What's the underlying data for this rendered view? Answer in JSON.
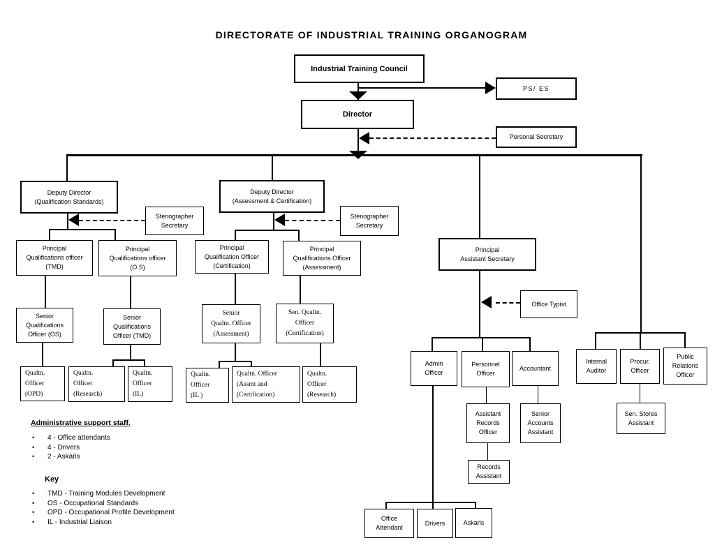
{
  "title": "DIRECTORATE OF INDUSTRIAL TRAINING ORGANOGRAM",
  "colors": {
    "line": "#000000",
    "text": "#000000",
    "background": "#ffffff"
  },
  "nodes": {
    "council": "Industrial Training Council",
    "ps_es": "PS/ ES",
    "director": "Director",
    "personal_secretary": "Personal Secretary",
    "dd_qs": "Deputy Director\n(Qualification Standards)",
    "steno1": "Stenographer\nSecretary",
    "dd_ac": "Deputy Director\n(Assessment & Certification)",
    "steno2": "Stenographer\nSecretary",
    "pqo_tmd": "Principal\nQualifications officer\n(TMD)",
    "pqo_os": "Principal\nQualifications officer\n(O.S)",
    "pqo_cert": "Principal\nQualification Officer\n(Certification)",
    "pqo_assmt": "Principal\nQualifications Officer\n(Assessment)",
    "pas": "Principal\nAssistant Secretary",
    "office_typist": "Office Typist",
    "sqo_os": "Senior\nQualifications\nOfficer (OS)",
    "sqo_tmd": "Senior\nQualifications\nOfficer (TMD)",
    "sqo_assess": "Senior\nQualtn. Officer\n(Assessment)",
    "sqo_cert": "Sen. Qualtn.\nOfficer\n(Certification)",
    "qo_opd": "Qualtn.\nOfficer\n(OPD)",
    "qo_research1": "Qualtn.\nOfficer\n(Research)",
    "qo_il1": "Qualtn.\nOfficer\n(IL)",
    "qo_il2": "Qualtn.\nOfficer\n(IL )",
    "qo_assmt_cert": "Qualtn. Officer\n(Assmt and\n(Certification)",
    "qo_research2": "Qualtn.\nOfficer\n(Research)",
    "admin": "Admin\nOfficer",
    "personnel": "Personnel\nOfficer",
    "accountant": "Accountant",
    "internal_auditor": "Internal\nAuditor",
    "procur": "Procur.\nOfficer",
    "public_relations": "Public\nRelations\nOfficer",
    "asst_records": "Assistant\nRecords\nOfficer",
    "senior_accounts": "Senior\nAccounts\nAssistant",
    "sen_stores": "Sen. Stores\nAssistant",
    "records_assistant": "Records\nAssistant",
    "office_attendant": "Office\nAttendant",
    "drivers": "Drivers",
    "askaris": "Askaris"
  },
  "notes": {
    "support_heading": "Administrative support staff.",
    "support_items": [
      "4 - Office attendants",
      "4 - Drivers",
      "2 - Askaris"
    ],
    "key_heading": "Key",
    "key_items": [
      "TMD - Training Modules Development",
      "OS - Occupational Standards",
      "OPD - Occupational Profile Development",
      "IL - Industrial Liaison"
    ],
    "bullet": "•"
  }
}
